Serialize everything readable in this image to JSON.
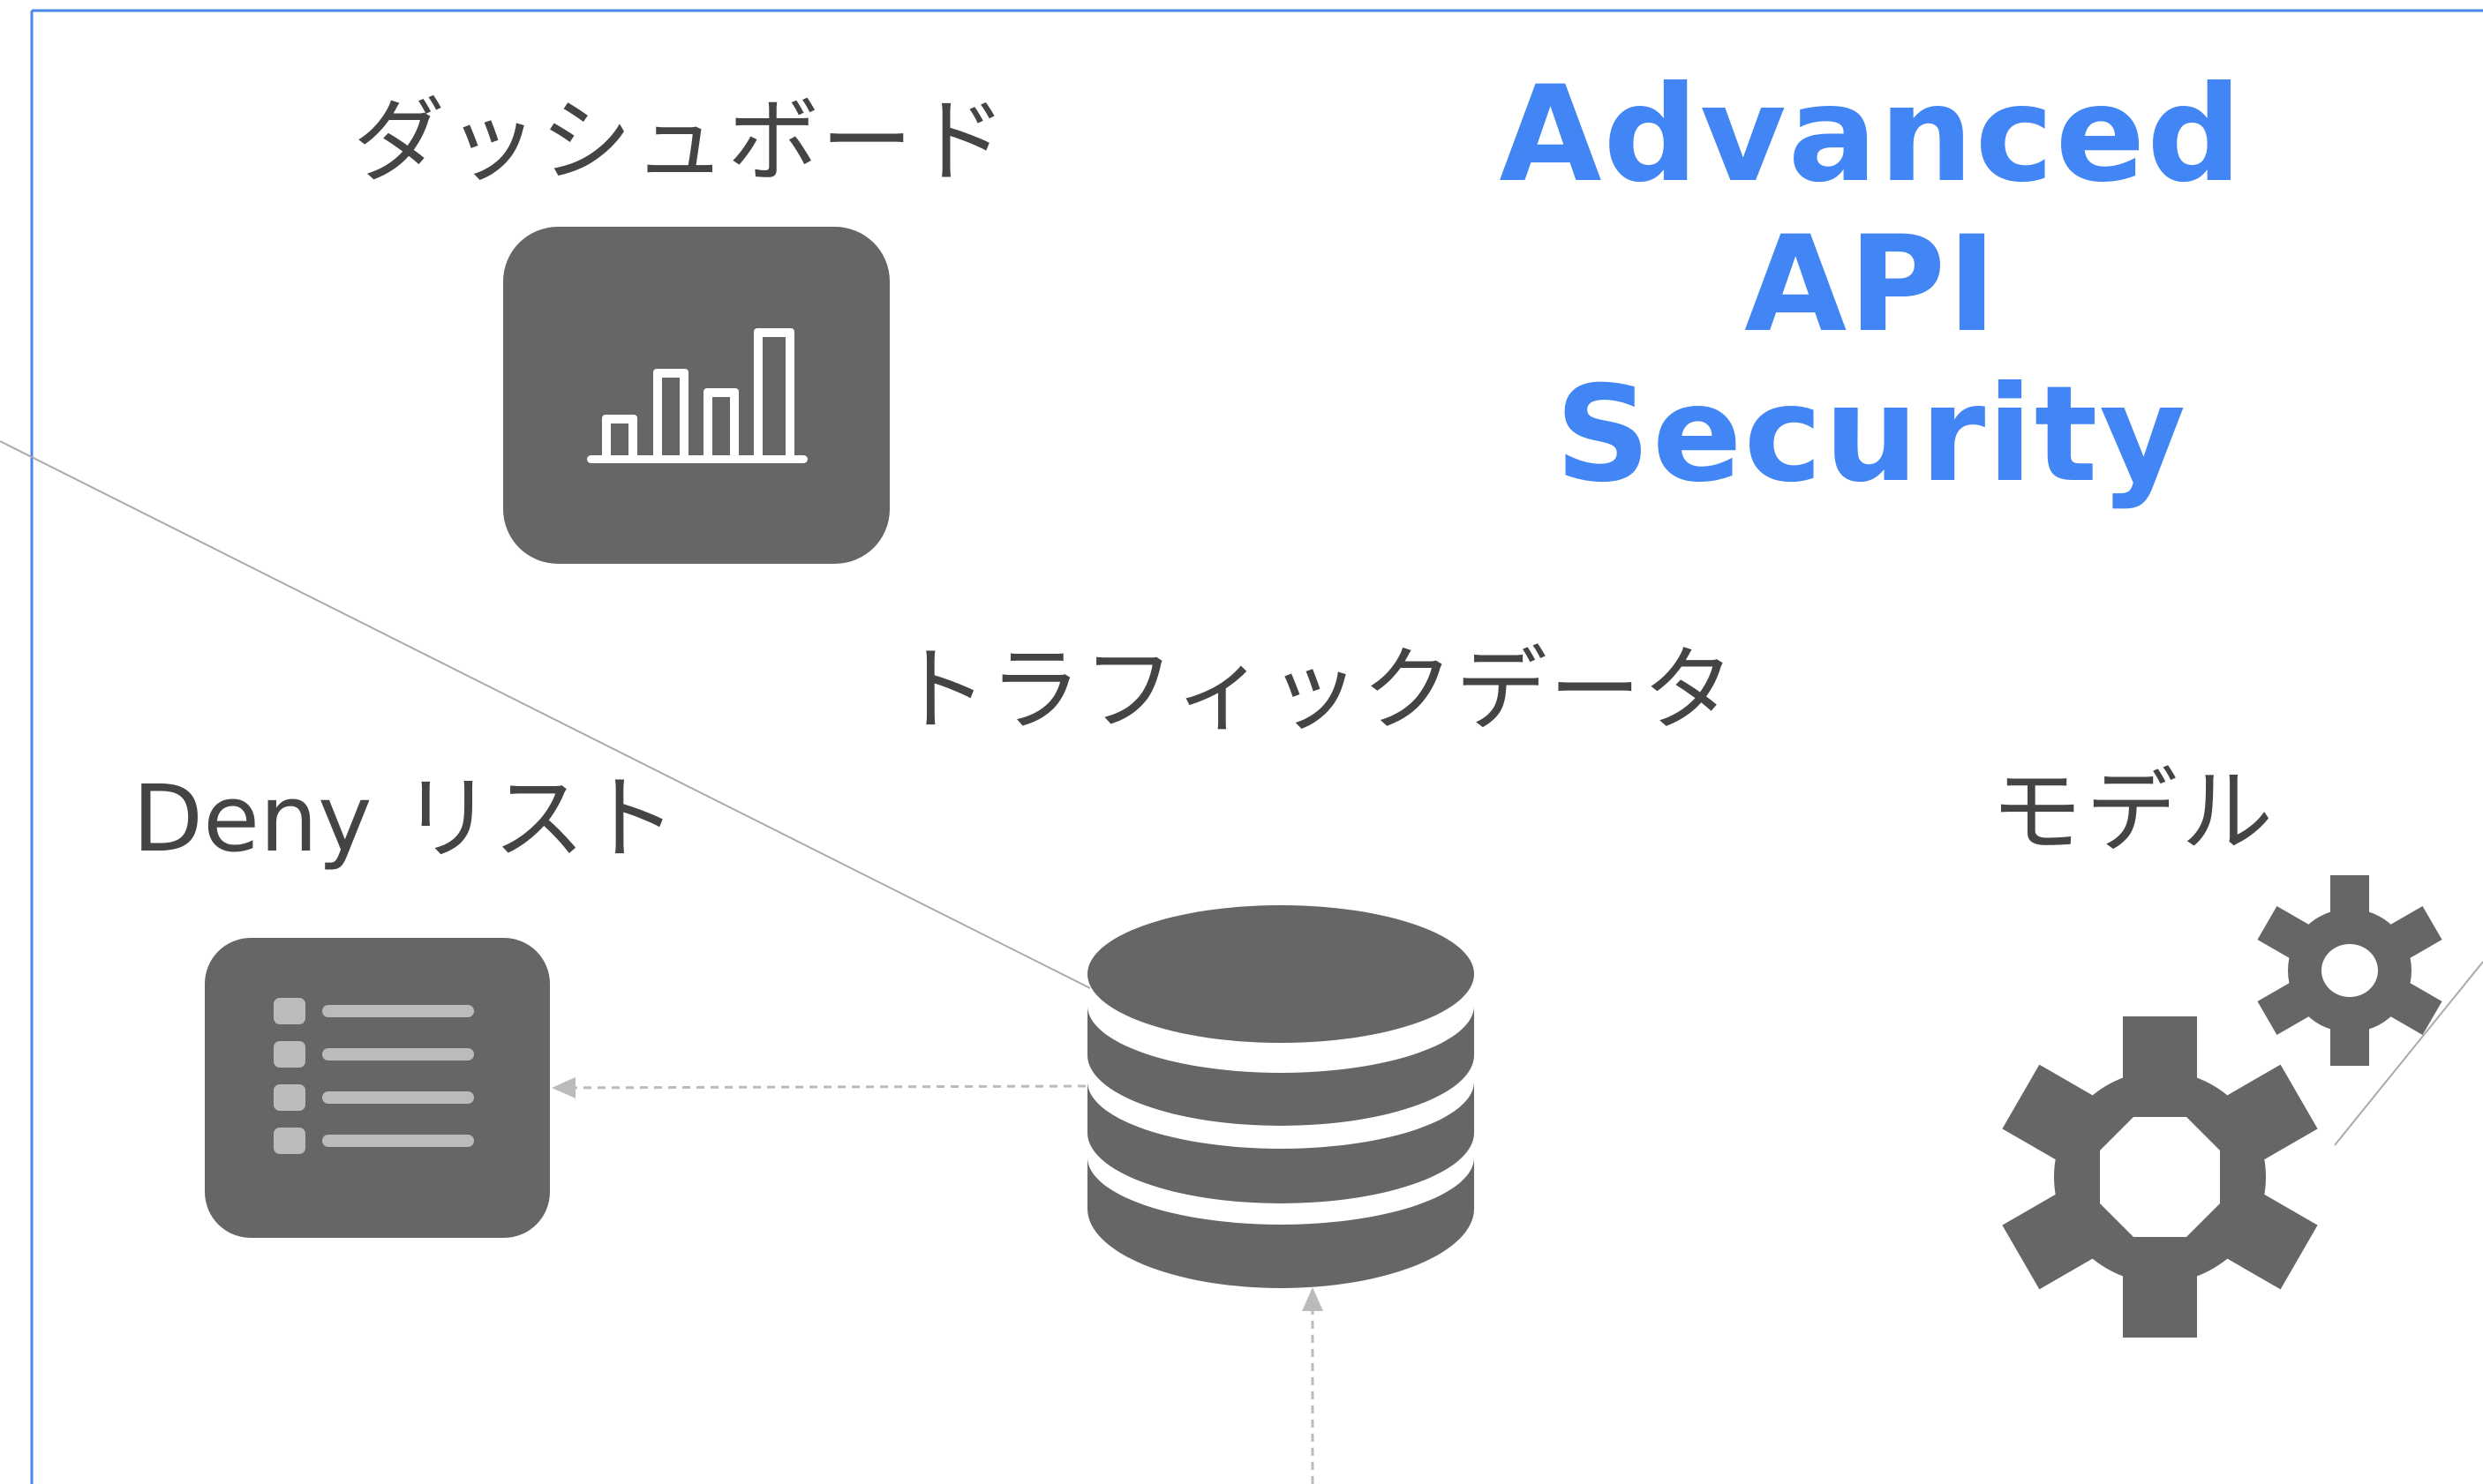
{
  "title": {
    "line1": "Advanced API",
    "line2": "Security"
  },
  "nodes": {
    "dashboard": {
      "label": "ダッシュボード"
    },
    "traffic_data": {
      "label": "トラフィックデータ"
    },
    "deny_list": {
      "label": "Deny リスト"
    },
    "model": {
      "label": "モデル"
    }
  },
  "colors": {
    "title": "#4285F4",
    "icon_fill": "#666666",
    "icon_detail": "#ffffff",
    "icon_detail_light": "#bbbbbb",
    "label_text": "#444444",
    "frame": "#4a86e8",
    "arrow": "#bbbbbb",
    "line": "#aaaaaa"
  },
  "icons": {
    "dashboard": "bar-chart-icon",
    "traffic_data": "database-icon",
    "deny_list": "list-icon",
    "model": "gears-icon"
  }
}
